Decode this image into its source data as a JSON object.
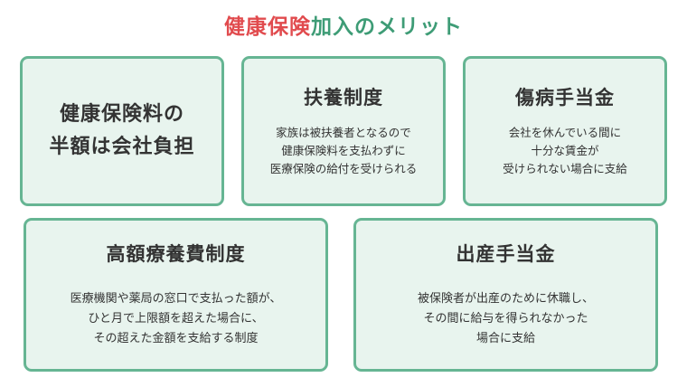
{
  "title": {
    "accent": "健康保険",
    "rest": "加入のメリット"
  },
  "cards": [
    {
      "title_lines": [
        "健康保険料の",
        "半額は会社負担"
      ],
      "desc_lines": []
    },
    {
      "title_lines": [
        "扶養制度"
      ],
      "desc_lines": [
        "家族は被扶養者となるので",
        "健康保険料を支払わずに",
        "医療保険の給付を受けられる"
      ]
    },
    {
      "title_lines": [
        "傷病手当金"
      ],
      "desc_lines": [
        "会社を休んでいる間に",
        "十分な賃金が",
        "受けられない場合に支給"
      ]
    },
    {
      "title_lines": [
        "高額療養費制度"
      ],
      "desc_lines": [
        "医療機関や薬局の窓口で支払った額が、",
        "ひと月で上限額を超えた場合に、",
        "その超えた金額を支給する制度"
      ]
    },
    {
      "title_lines": [
        "出産手当金"
      ],
      "desc_lines": [
        "被保険者が出産のために休職し、",
        "その間に給与を得られなかった",
        "場合に支給"
      ]
    }
  ]
}
